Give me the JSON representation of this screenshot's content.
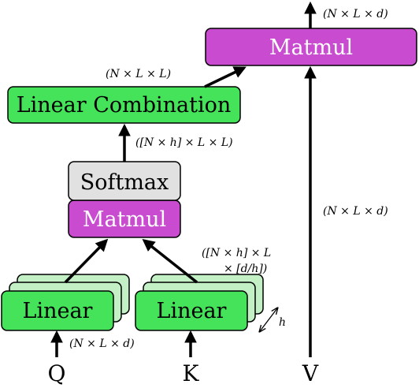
{
  "colors": {
    "green": "#44e35a",
    "green_light": "#c3f1c5",
    "magenta": "#c84bd0",
    "gray": "#e1e1e1",
    "stroke": "#000000"
  },
  "nodes": {
    "matmul_top": "Matmul",
    "linear_combination": "Linear Combination",
    "softmax": "Softmax",
    "matmul_inner": "Matmul",
    "linear_q": "Linear",
    "linear_k": "Linear"
  },
  "inputs": {
    "q": "Q",
    "k": "K",
    "v": "V"
  },
  "dims": {
    "output": "(N × L × d)",
    "lincomb_to_matmul": "(N × L × L)",
    "softmax_to_lincomb": "([N × h] × L × L)",
    "v_input": "(N × L × d)",
    "heads_line1": "([N × h] × L",
    "heads_line2": "× [d/h])",
    "q_input": "(N × L × d)",
    "h": "h"
  }
}
